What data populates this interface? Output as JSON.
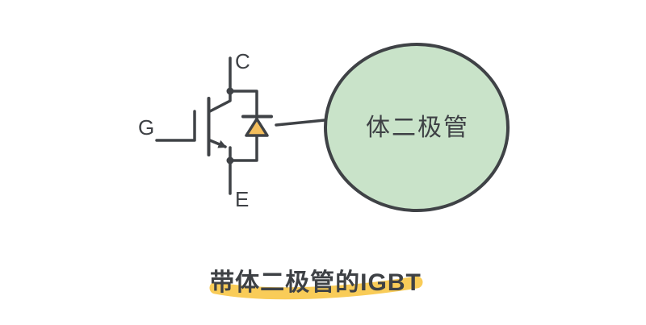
{
  "diagram": {
    "labels": {
      "collector": "C",
      "gate": "G",
      "emitter": "E"
    },
    "callout": {
      "label": "体二极管"
    },
    "caption": {
      "text": "带体二极管的IGBT"
    },
    "icons": {
      "transistor": "igbt-symbol",
      "diode": "body-diode-symbol"
    },
    "colors": {
      "background": "#ffffff",
      "line": "#3f4246",
      "text": "#3e4145",
      "diode_fill": "#f4be5c",
      "bubble_fill": "#c9e3c9",
      "highlight": "#f9cc58"
    }
  }
}
